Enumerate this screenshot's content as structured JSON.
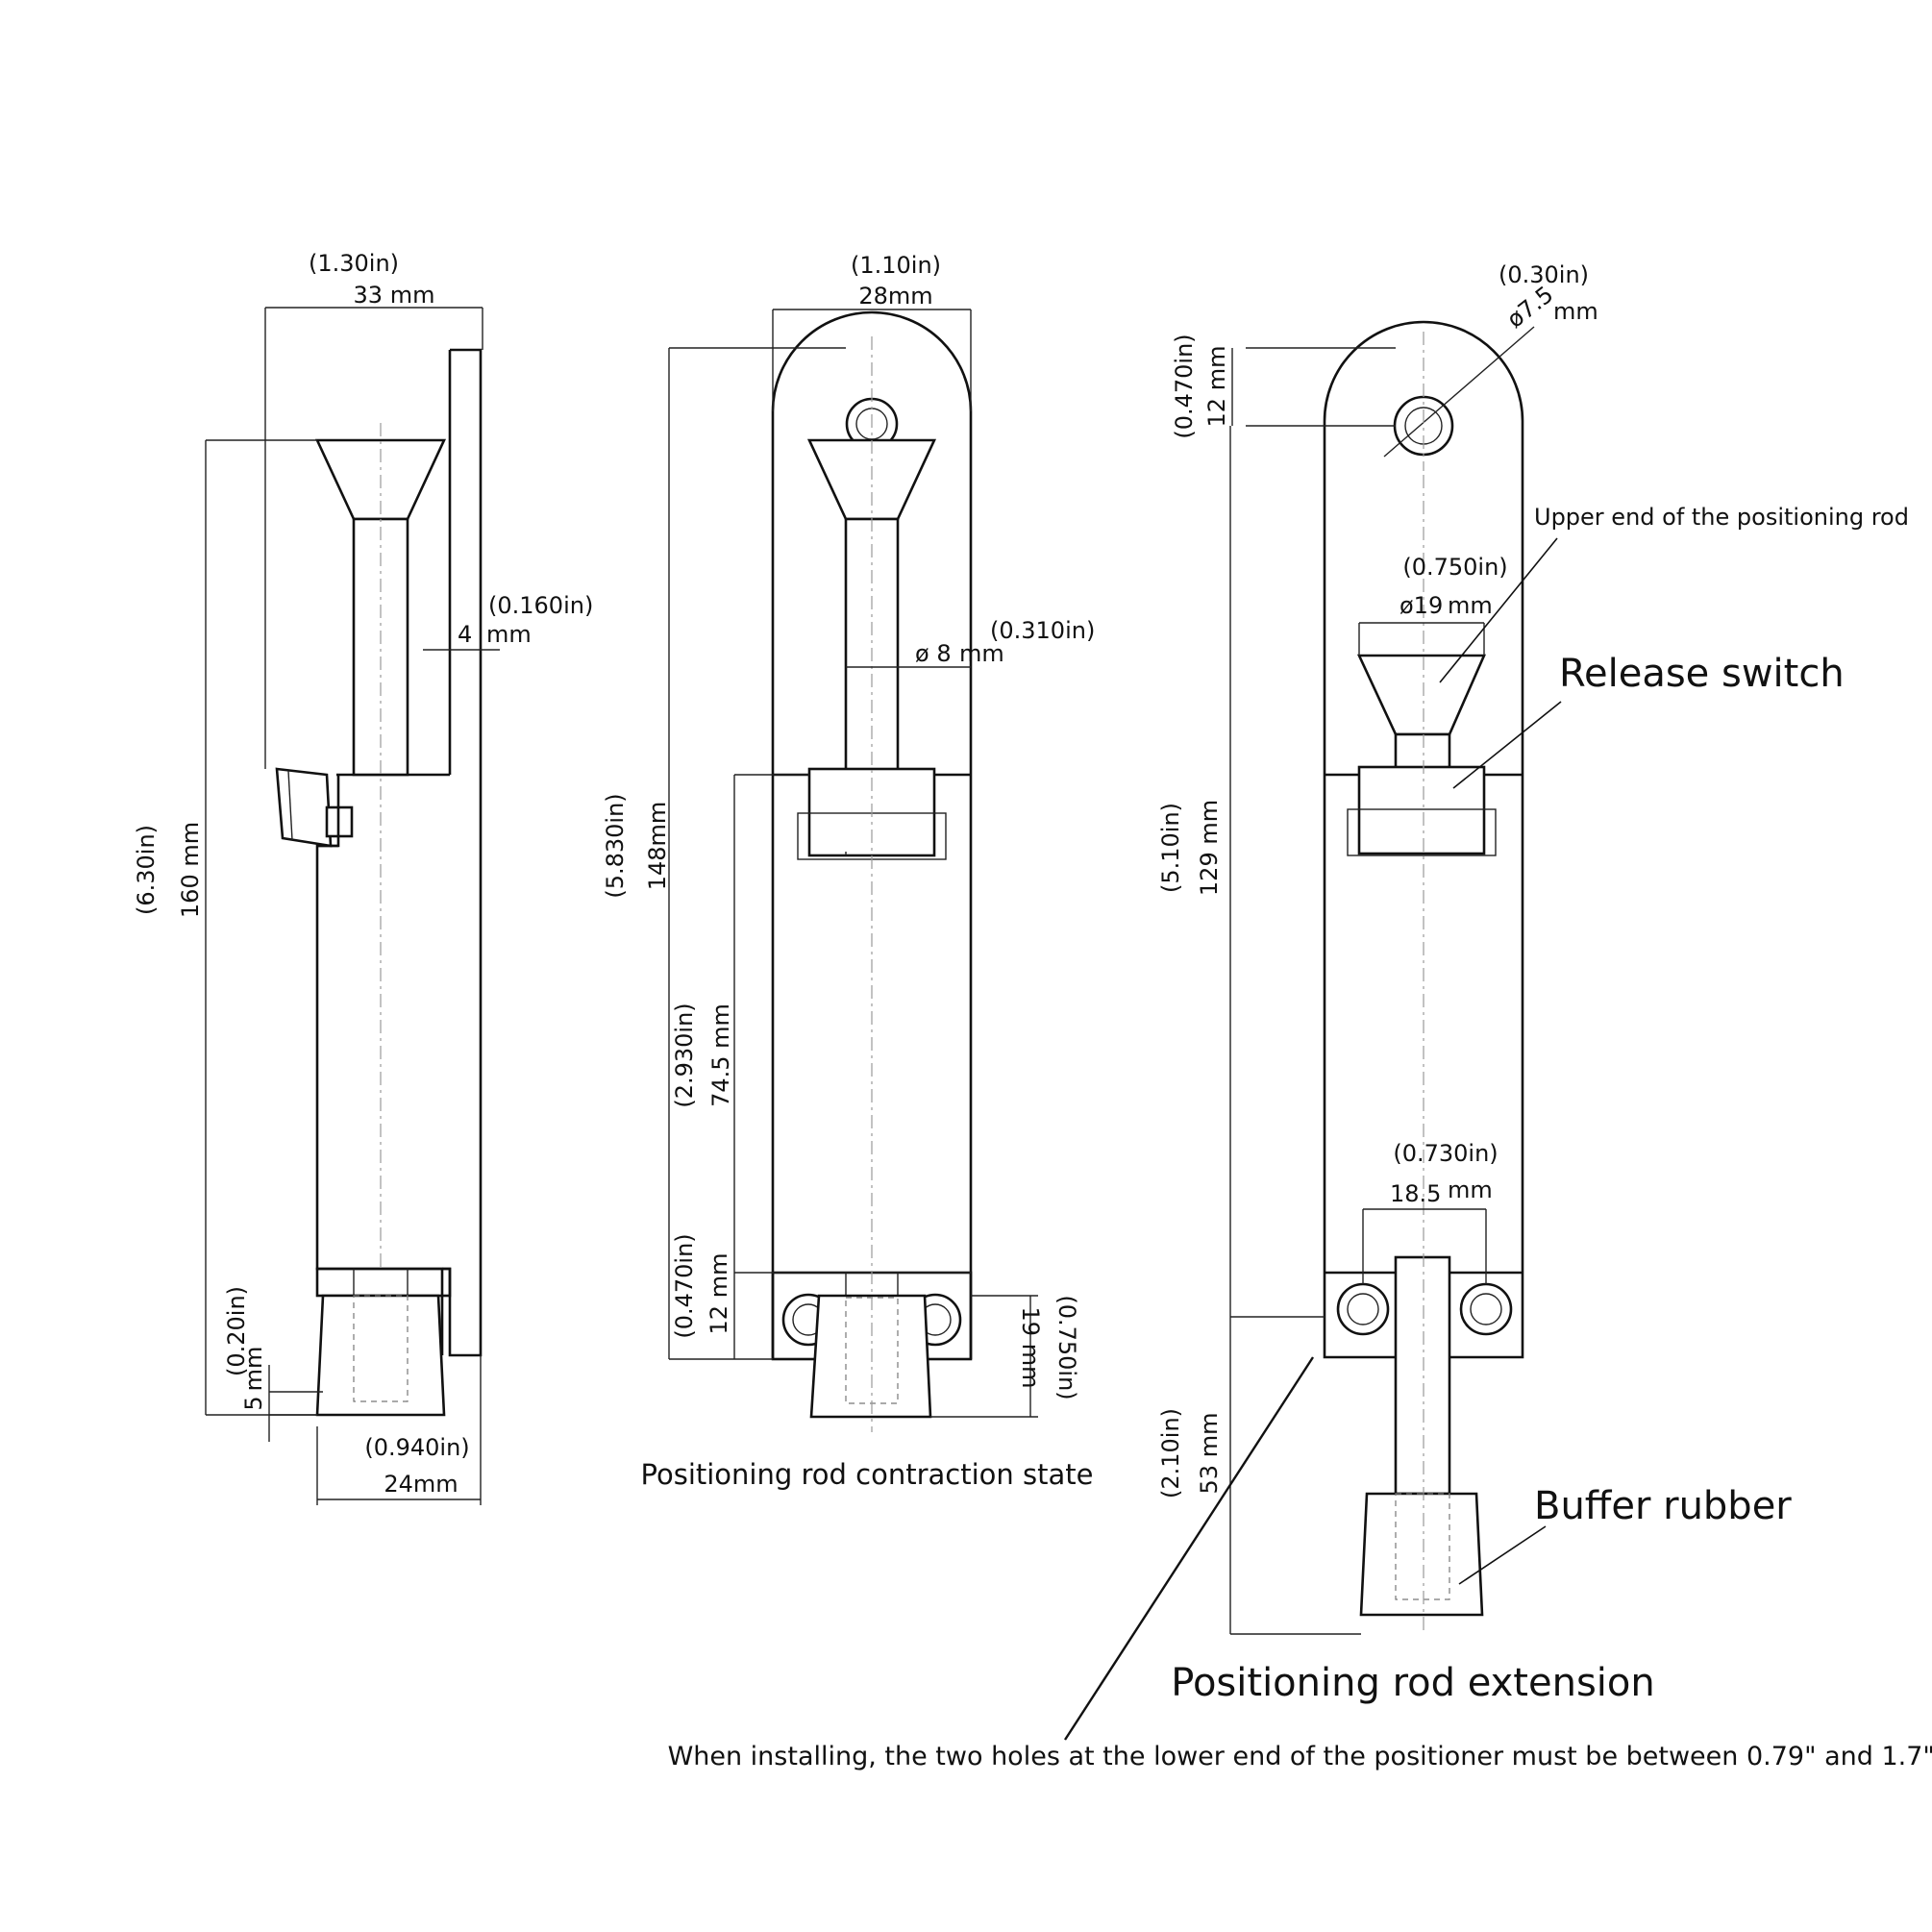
{
  "side_view": {
    "width_in": "(1.30in)",
    "width_mm": "33 mm",
    "plate_in": "(0.160in)",
    "plate_mm_value": "4",
    "plate_mm_unit": "mm",
    "height_in": "(6.30in)",
    "height_mm": "160 mm",
    "gap_in": "(0.20in)",
    "gap_mm_value": "5",
    "gap_mm_unit": "mm",
    "foot_in": "(0.940in)",
    "foot_mm": "24mm"
  },
  "contraction_view": {
    "width_in": "(1.10in)",
    "width_mm": "28mm",
    "rod_in": "(0.310in)",
    "rod_mm": "ø 8",
    "rod_mm_unit": "mm",
    "height_in": "(5.830in)",
    "height_mm": "148mm",
    "travel_in": "(2.930in)",
    "travel_mm": "74.5 mm",
    "base_in": "(0.470in)",
    "base_mm": "12 mm",
    "foot_mm": "19 mm",
    "foot_in": "(0.750in)",
    "caption": "Positioning rod contraction state"
  },
  "extension_view": {
    "hole_in": "(0.30in)",
    "hole_mm": "ø7.5",
    "hole_mm_unit": "mm",
    "top_in": "(0.470in)",
    "top_mm": "12 mm",
    "cone_in": "(0.750in)",
    "cone_mm": "ø19",
    "cone_mm_unit": "mm",
    "height_in": "(5.10in)",
    "height_mm": "129 mm",
    "holes_in": "(0.730in)",
    "holes_mm": "18.5",
    "holes_mm_unit": "mm",
    "extension_in": "(2.10in)",
    "extension_mm": "53 mm",
    "label_upper_end": "Upper end of the positioning rod",
    "label_release": "Release switch",
    "label_buffer": "Buffer rubber",
    "caption": "Positioning rod extension",
    "install_note": "When installing, the two holes at the lower end of the positioner must be between 0.79\" and 1.7\"."
  }
}
